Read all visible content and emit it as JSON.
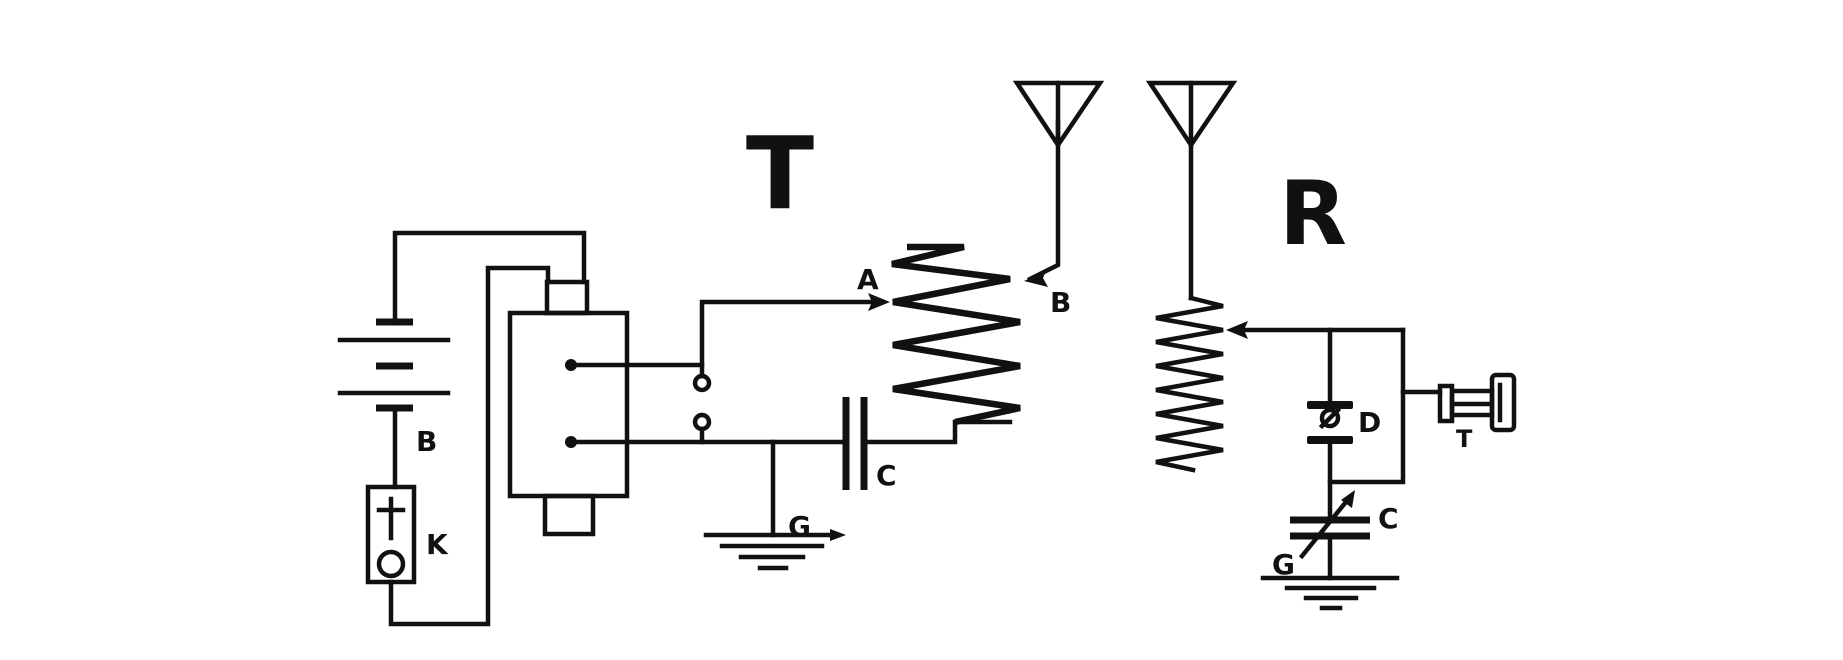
{
  "headings": {
    "transmitter": "T",
    "receiver": "R"
  },
  "labels": {
    "battery": "B",
    "key": "K",
    "coil_tap_a": "A",
    "coil_tap_b": "B",
    "transmitter_capacitor": "C",
    "transmitter_ground": "G",
    "detector": "D",
    "telephone": "T",
    "receiver_capacitor": "C",
    "receiver_ground": "G"
  }
}
